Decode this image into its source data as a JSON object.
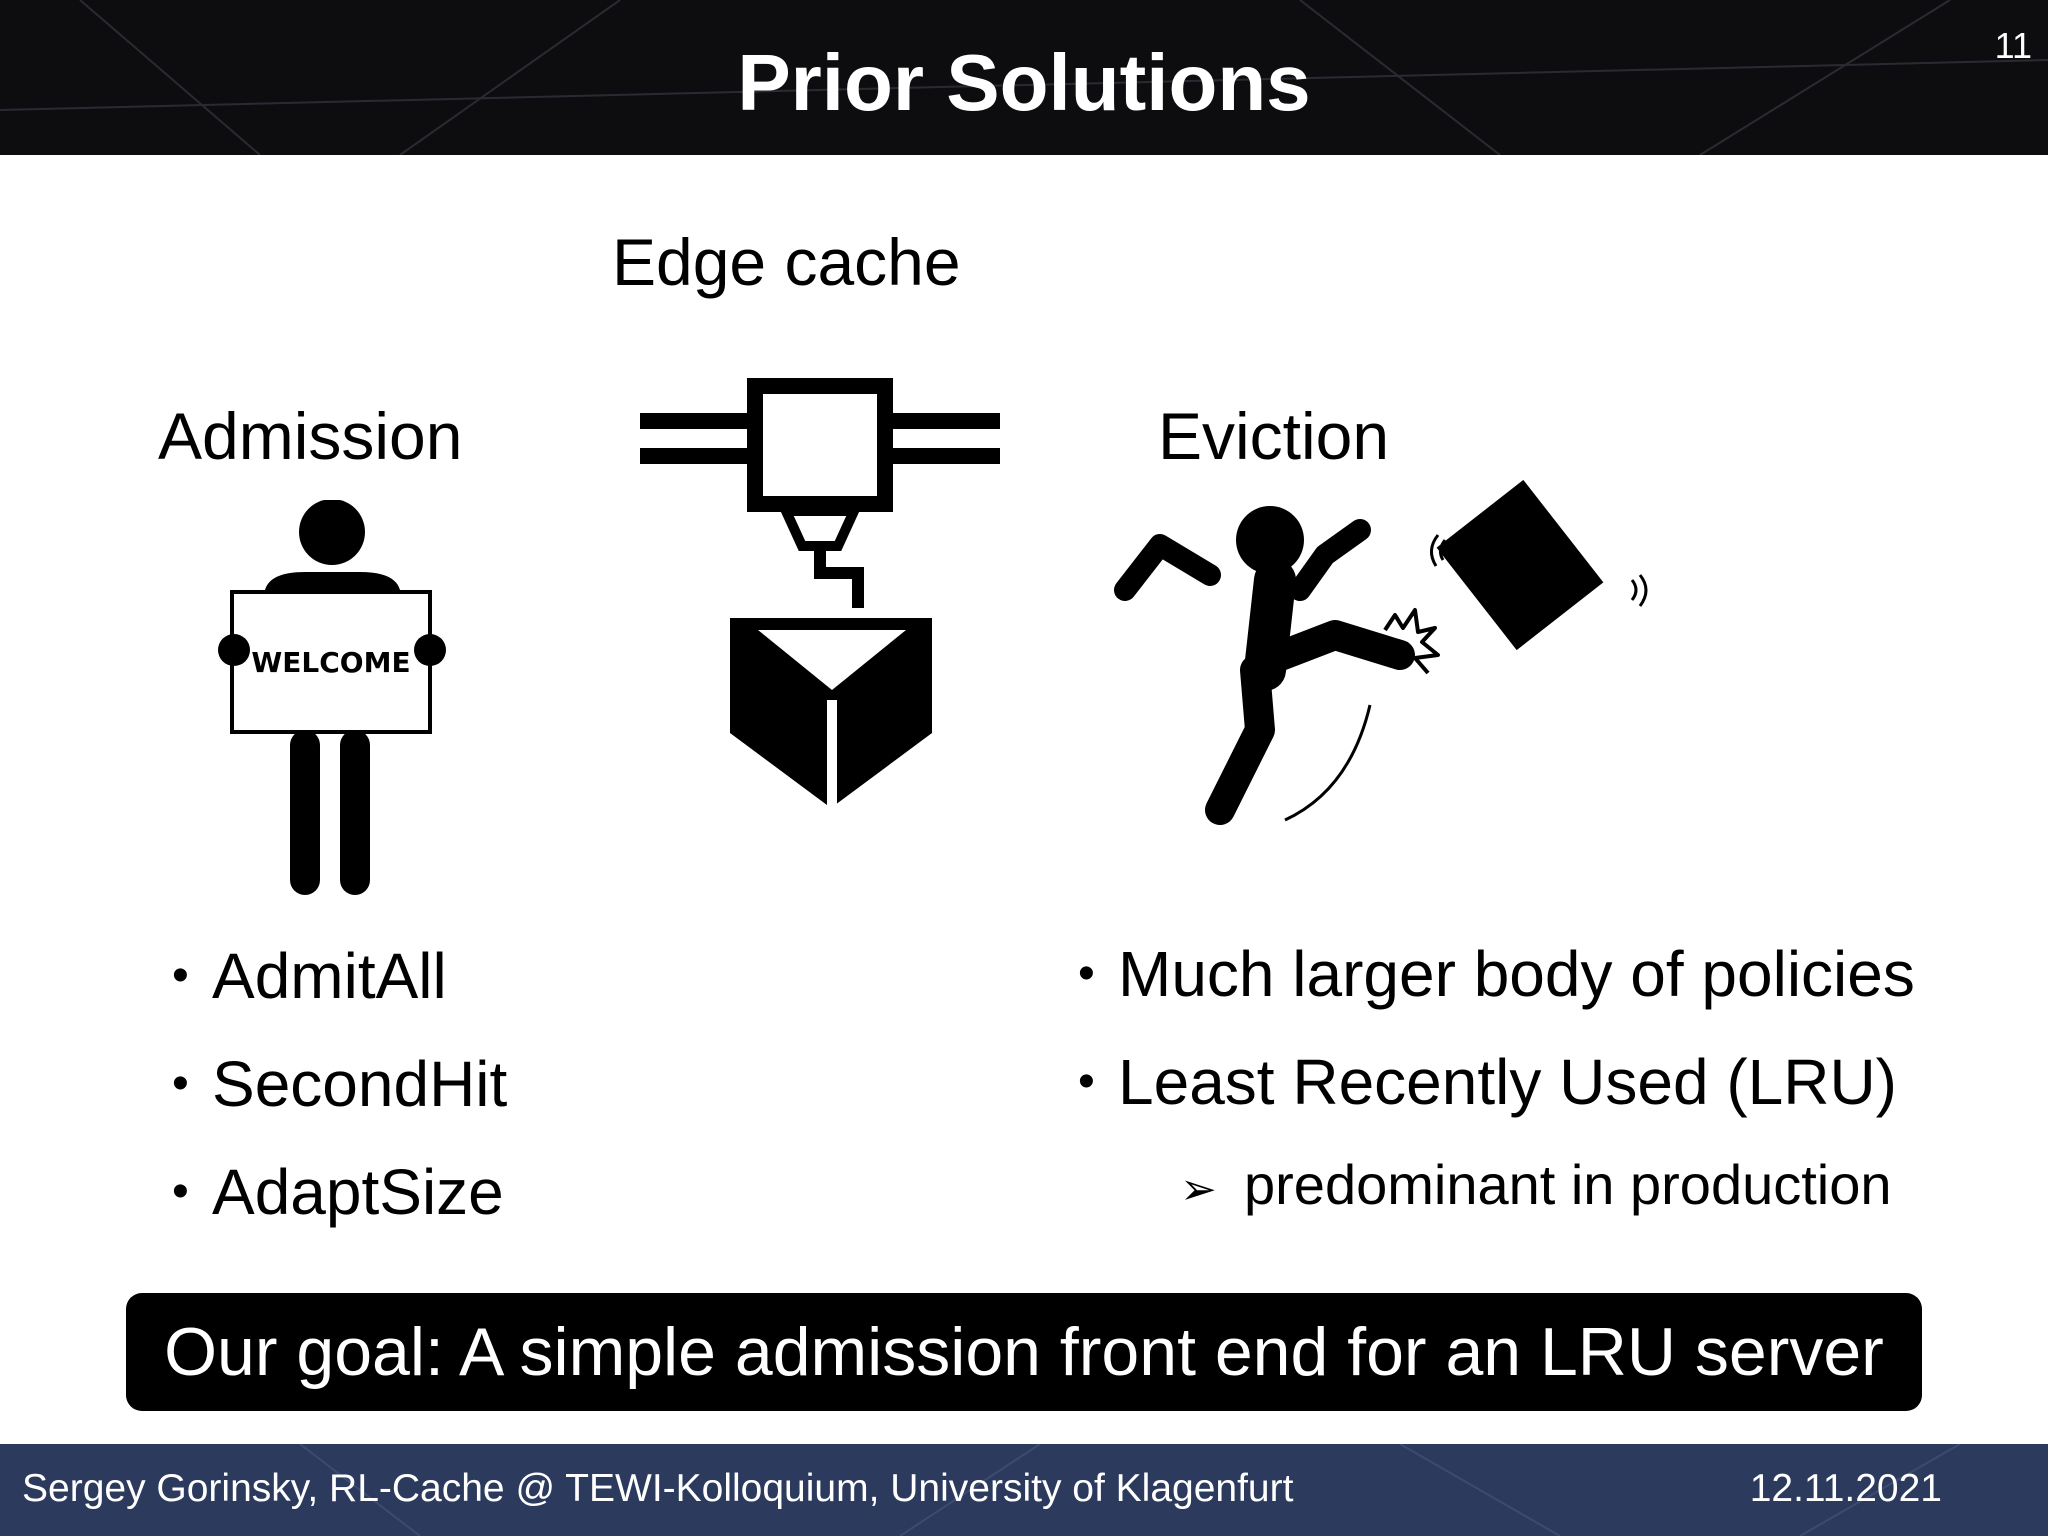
{
  "slide": {
    "title": "Prior Solutions",
    "number": "11"
  },
  "diagram": {
    "center_label": "Edge cache",
    "left_label": "Admission",
    "right_label": "Eviction",
    "sign_text": "WELCOME",
    "icons": [
      "welcome-person-icon",
      "cache-machine-icon",
      "kicking-person-icon"
    ]
  },
  "admission_list": {
    "items": [
      "AdmitAll",
      "SecondHit",
      "AdaptSize"
    ]
  },
  "eviction_list": {
    "items": [
      "Much larger body of policies",
      "Least Recently Used (LRU)"
    ],
    "sub_item": "predominant in production"
  },
  "goal": "Our goal: A simple admission front end for an LRU server",
  "footer": {
    "text": "Sergey Gorinsky, RL-Cache @ TEWI-Kolloquium, University of Klagenfurt",
    "date": "12.11.2021"
  },
  "colors": {
    "header_bg": "#0d0d10",
    "footer_bg": "#2c3a5e",
    "goal_bg": "#000000"
  }
}
